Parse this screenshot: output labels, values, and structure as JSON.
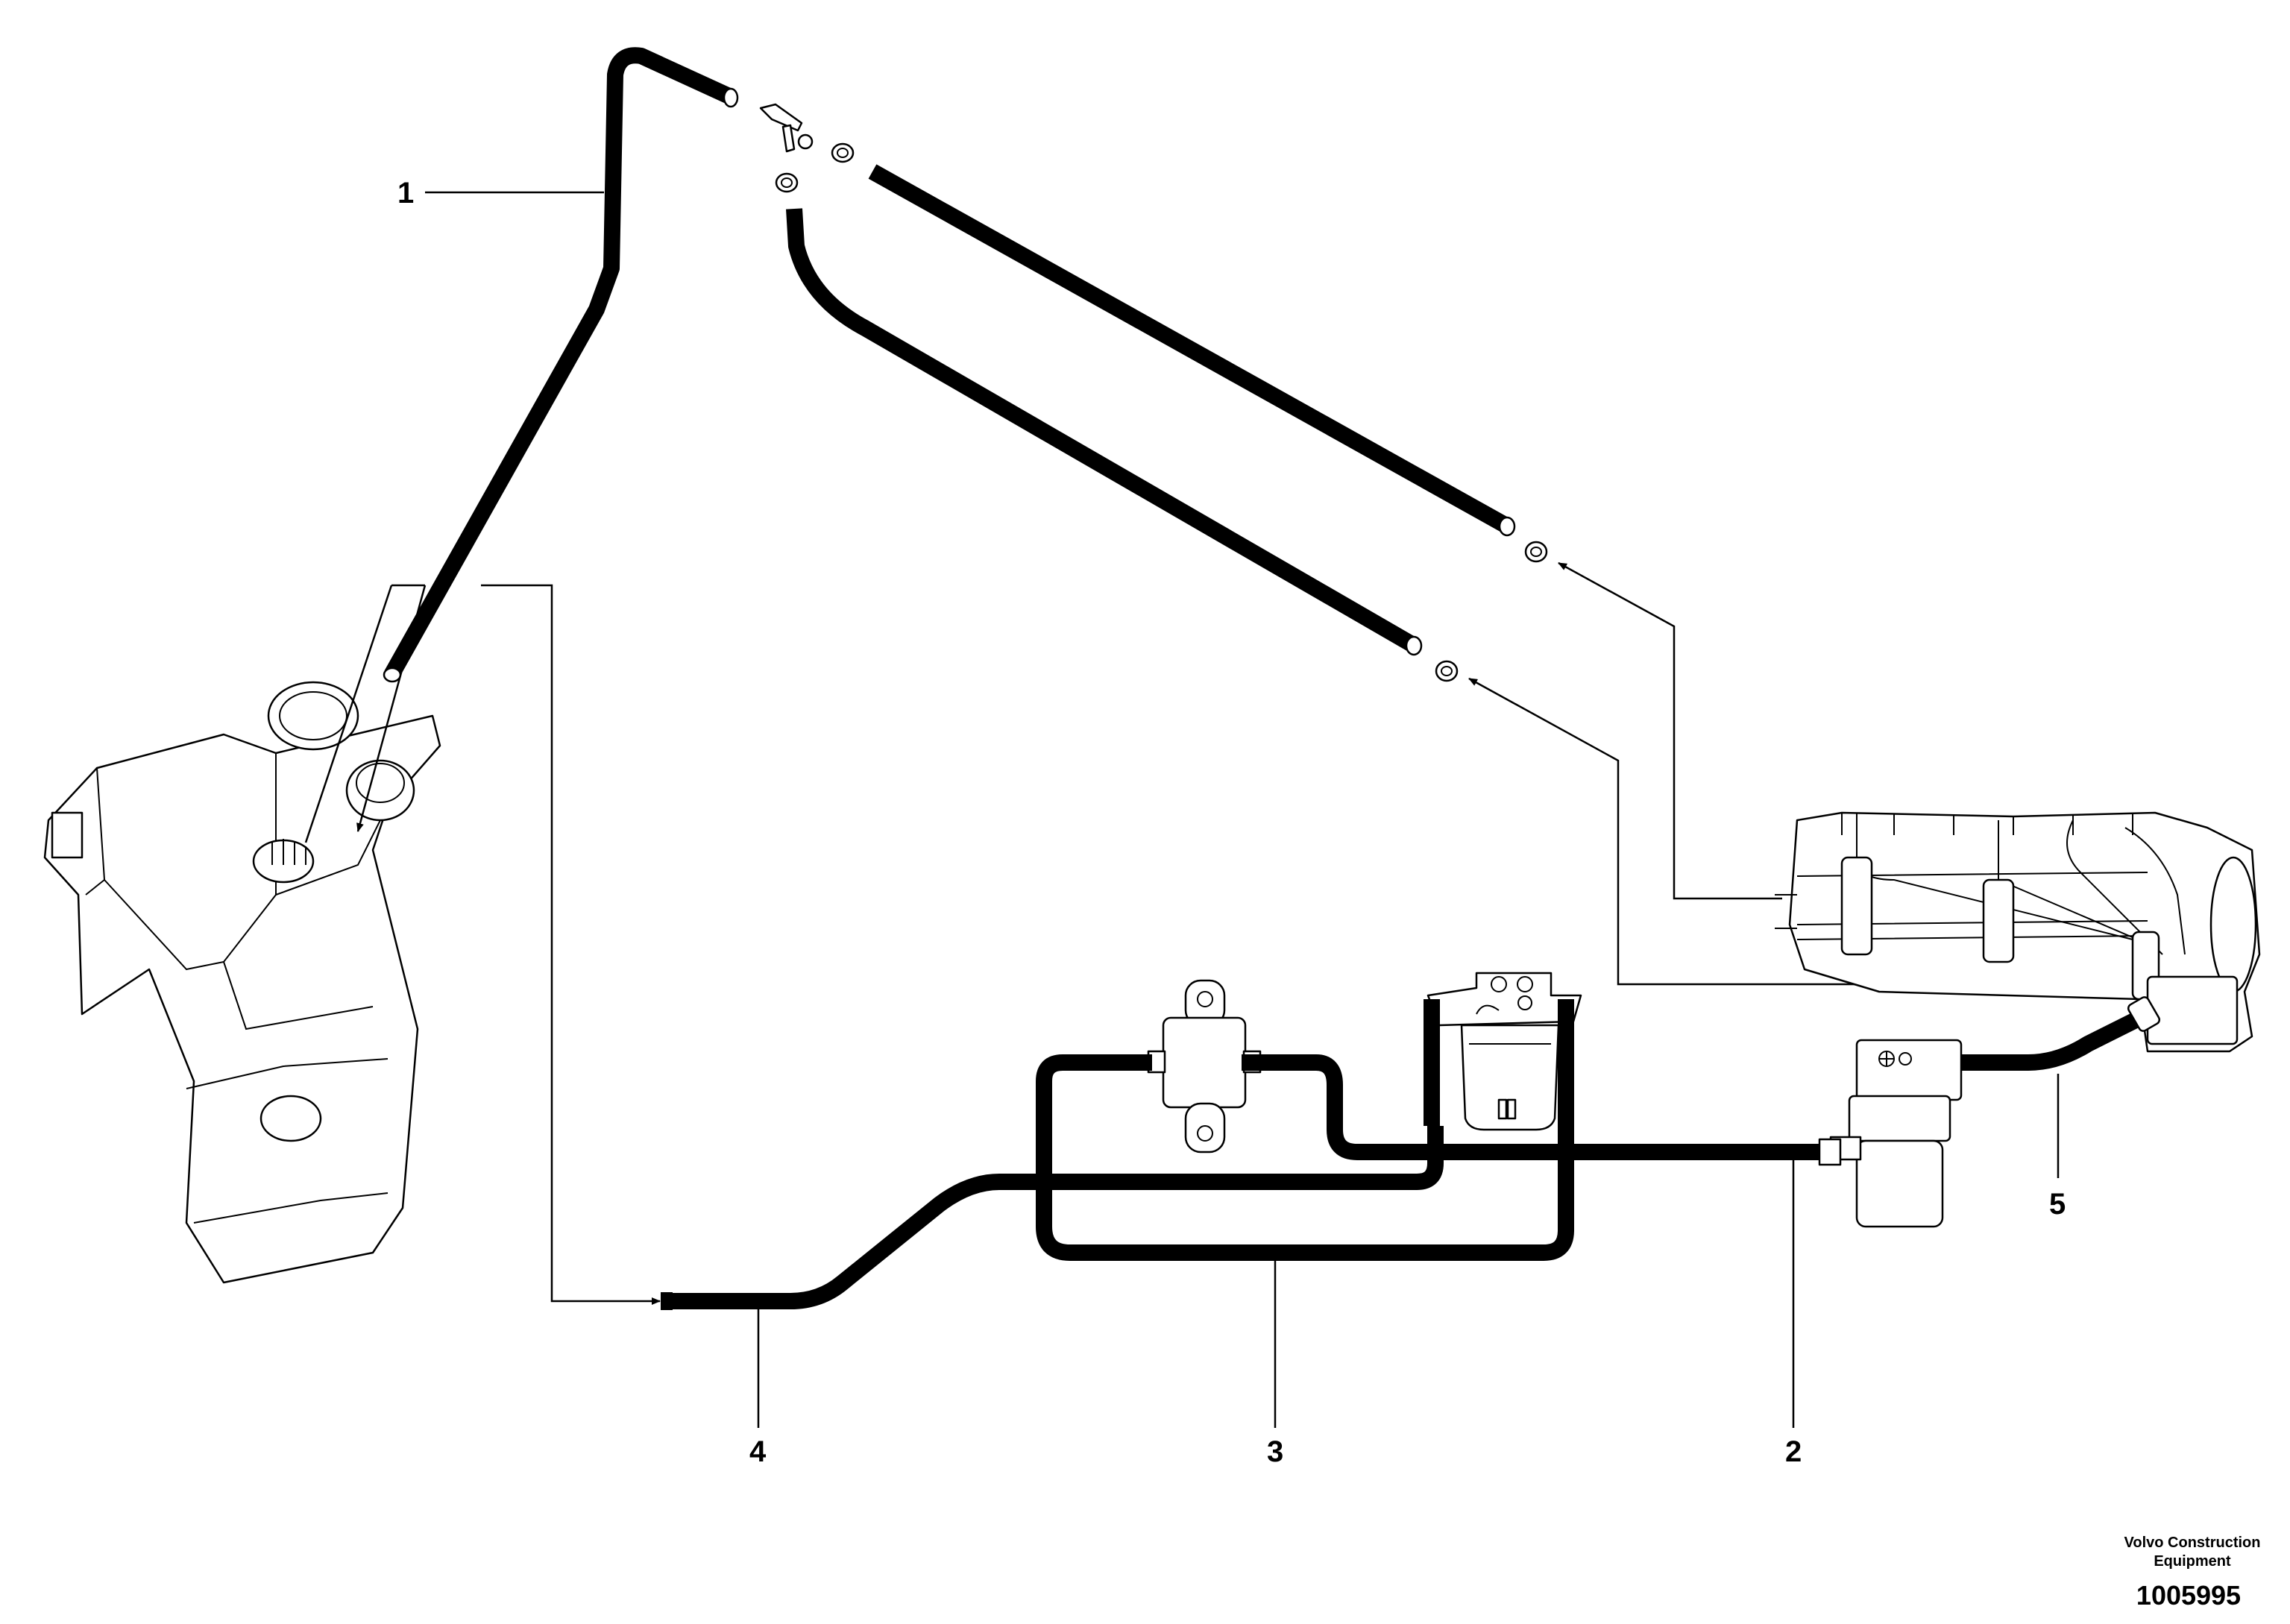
{
  "callouts": {
    "c1": "1",
    "c2": "2",
    "c3": "3",
    "c4": "4",
    "c5": "5"
  },
  "footer": {
    "brand_line1": "Volvo Construction",
    "brand_line2": "Equipment",
    "doc_number": "1005995"
  }
}
